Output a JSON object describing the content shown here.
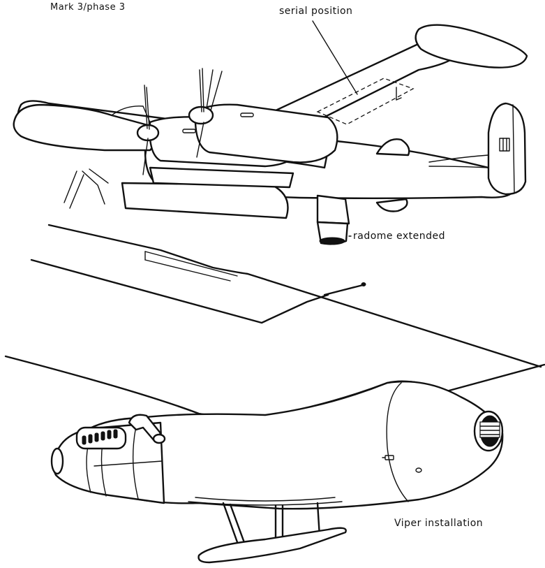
{
  "labels": {
    "mark_phase": "Mark 3/phase 3",
    "serial_position": "serial position",
    "radome_extended": "radome extended",
    "viper_installation": "Viper installation"
  },
  "colors": {
    "ink": "#111111",
    "paper": "#ffffff"
  }
}
